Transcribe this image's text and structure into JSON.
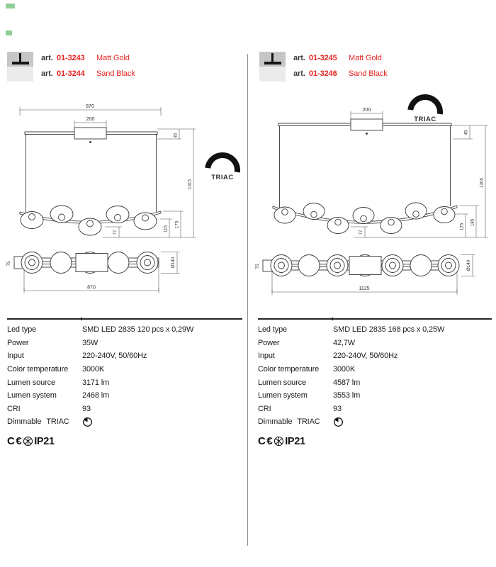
{
  "colors": {
    "accent_red": "#e52420",
    "drawing_line": "#383838",
    "divider_gray": "#8f8f8f",
    "green_mark": "#85c98a"
  },
  "icons": {
    "mount_icon": "ceiling-pendant",
    "dimmable_icon": "dimmer-dial",
    "cert_icon": "circled-asterisk"
  },
  "products": [
    {
      "articles": [
        {
          "label": "art.",
          "code": "01-3243",
          "finish": "Matt Gold"
        },
        {
          "label": "art.",
          "code": "01-3244",
          "finish": "Sand Black"
        }
      ],
      "front_view": {
        "total_width": "870",
        "canopy_width": "200",
        "canopy_height": "45",
        "drop": "1315",
        "head_offset": "77",
        "head_inner": "115",
        "head_outer": "175",
        "triac": "TRIAC"
      },
      "top_view": {
        "length": "870",
        "end_width": "75",
        "diameter": "Ø140"
      },
      "specs": {
        "rows": [
          {
            "label": "Led type",
            "value": "SMD LED 2835 120 pcs x 0,29W"
          },
          {
            "label": "Power",
            "value": "35W"
          },
          {
            "label": "Input",
            "value": "220-240V, 50/60Hz"
          },
          {
            "label": "Color temperature",
            "value": "3000K"
          },
          {
            "label": "Lumen source",
            "value": "3171 lm"
          },
          {
            "label": "Lumen system",
            "value": "2468 lm"
          },
          {
            "label": "CRI",
            "value": "93"
          }
        ],
        "dimmable_label": "Dimmable",
        "dimmable_type": "TRIAC",
        "ce_mark": "C€",
        "ip_rating": "IP21"
      }
    },
    {
      "articles": [
        {
          "label": "art.",
          "code": "01-3245",
          "finish": "Matt Gold"
        },
        {
          "label": "art.",
          "code": "01-3246",
          "finish": "Sand Black"
        }
      ],
      "front_view": {
        "canopy_width": "200",
        "canopy_height": "45",
        "drop": "1305",
        "head_offset": "77",
        "head_inner": "125",
        "head_outer": "185",
        "triac": "TRIAC"
      },
      "top_view": {
        "length": "1125",
        "end_width": "75",
        "diameter": "Ø140"
      },
      "specs": {
        "rows": [
          {
            "label": "Led type",
            "value": "SMD LED 2835 168 pcs x 0,25W"
          },
          {
            "label": "Power",
            "value": "42,7W"
          },
          {
            "label": "Input",
            "value": "220-240V, 50/60Hz"
          },
          {
            "label": "Color temperature",
            "value": "3000K"
          },
          {
            "label": "Lumen source",
            "value": "4587 lm"
          },
          {
            "label": "Lumen system",
            "value": "3553 lm"
          },
          {
            "label": "CRI",
            "value": "93"
          }
        ],
        "dimmable_label": "Dimmable",
        "dimmable_type": "TRIAC",
        "ce_mark": "C€",
        "ip_rating": "IP21"
      }
    }
  ]
}
